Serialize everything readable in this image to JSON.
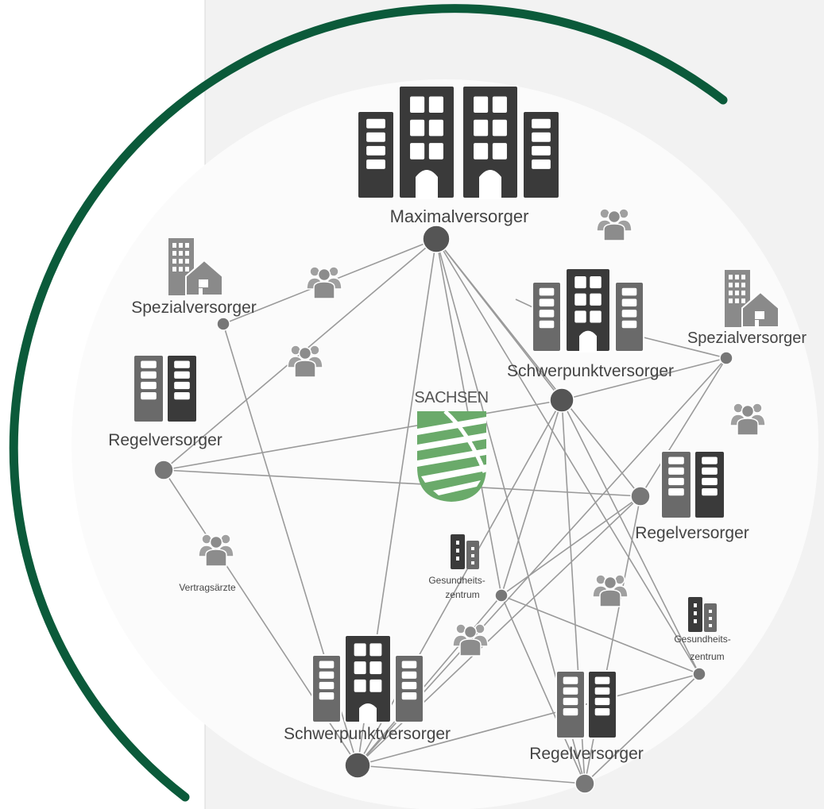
{
  "colors": {
    "arc": "#0b5a3a",
    "line": "#9a9a9a",
    "node": "#777777",
    "node_dark": "#555555",
    "building": "#3a3a3a",
    "building_light": "#6a6a6a",
    "window": "#ffffff",
    "shield_green": "#6aaa6a",
    "person": "#8c8c8c",
    "background_panel": "#f2f2f2"
  },
  "center": {
    "emblem_label": "SACHSEN",
    "icon": "sachsen-coat-of-arms-icon"
  },
  "institutions": [
    {
      "id": "maximal",
      "label": "Maximalversorger",
      "icon": "large-hospital-building-icon"
    },
    {
      "id": "spezial_left",
      "label": "Spezialversorger",
      "icon": "clinic-house-building-icon"
    },
    {
      "id": "spezial_right",
      "label": "Spezialversorger",
      "icon": "clinic-house-building-icon"
    },
    {
      "id": "schwerpunkt_top",
      "label": "Schwerpunktversorger",
      "icon": "hospital-building-icon"
    },
    {
      "id": "schwerpunkt_bottom",
      "label": "Schwerpunktversorger",
      "icon": "hospital-building-icon"
    },
    {
      "id": "regel_left",
      "label": "Regelversorger",
      "icon": "small-hospital-building-icon"
    },
    {
      "id": "regel_right",
      "label": "Regelversorger",
      "icon": "small-hospital-building-icon"
    },
    {
      "id": "regel_bottom",
      "label": "Regelversorger",
      "icon": "small-hospital-building-icon"
    },
    {
      "id": "gz_center",
      "label_lines": [
        "Gesundheits-",
        "zentrum"
      ],
      "icon": "health-center-building-icon"
    },
    {
      "id": "gz_right",
      "label_lines": [
        "Gesundheits-",
        "zentrum"
      ],
      "icon": "health-center-building-icon"
    },
    {
      "id": "vertrag",
      "label": "Vertragsärzte",
      "icon": "doctor-group-icon"
    }
  ],
  "people_groups": [
    {
      "icon": "people-group-icon"
    },
    {
      "icon": "people-group-icon"
    },
    {
      "icon": "people-group-icon"
    },
    {
      "icon": "people-group-icon"
    },
    {
      "icon": "people-group-icon"
    },
    {
      "icon": "people-group-icon"
    },
    {
      "icon": "people-group-icon"
    }
  ]
}
